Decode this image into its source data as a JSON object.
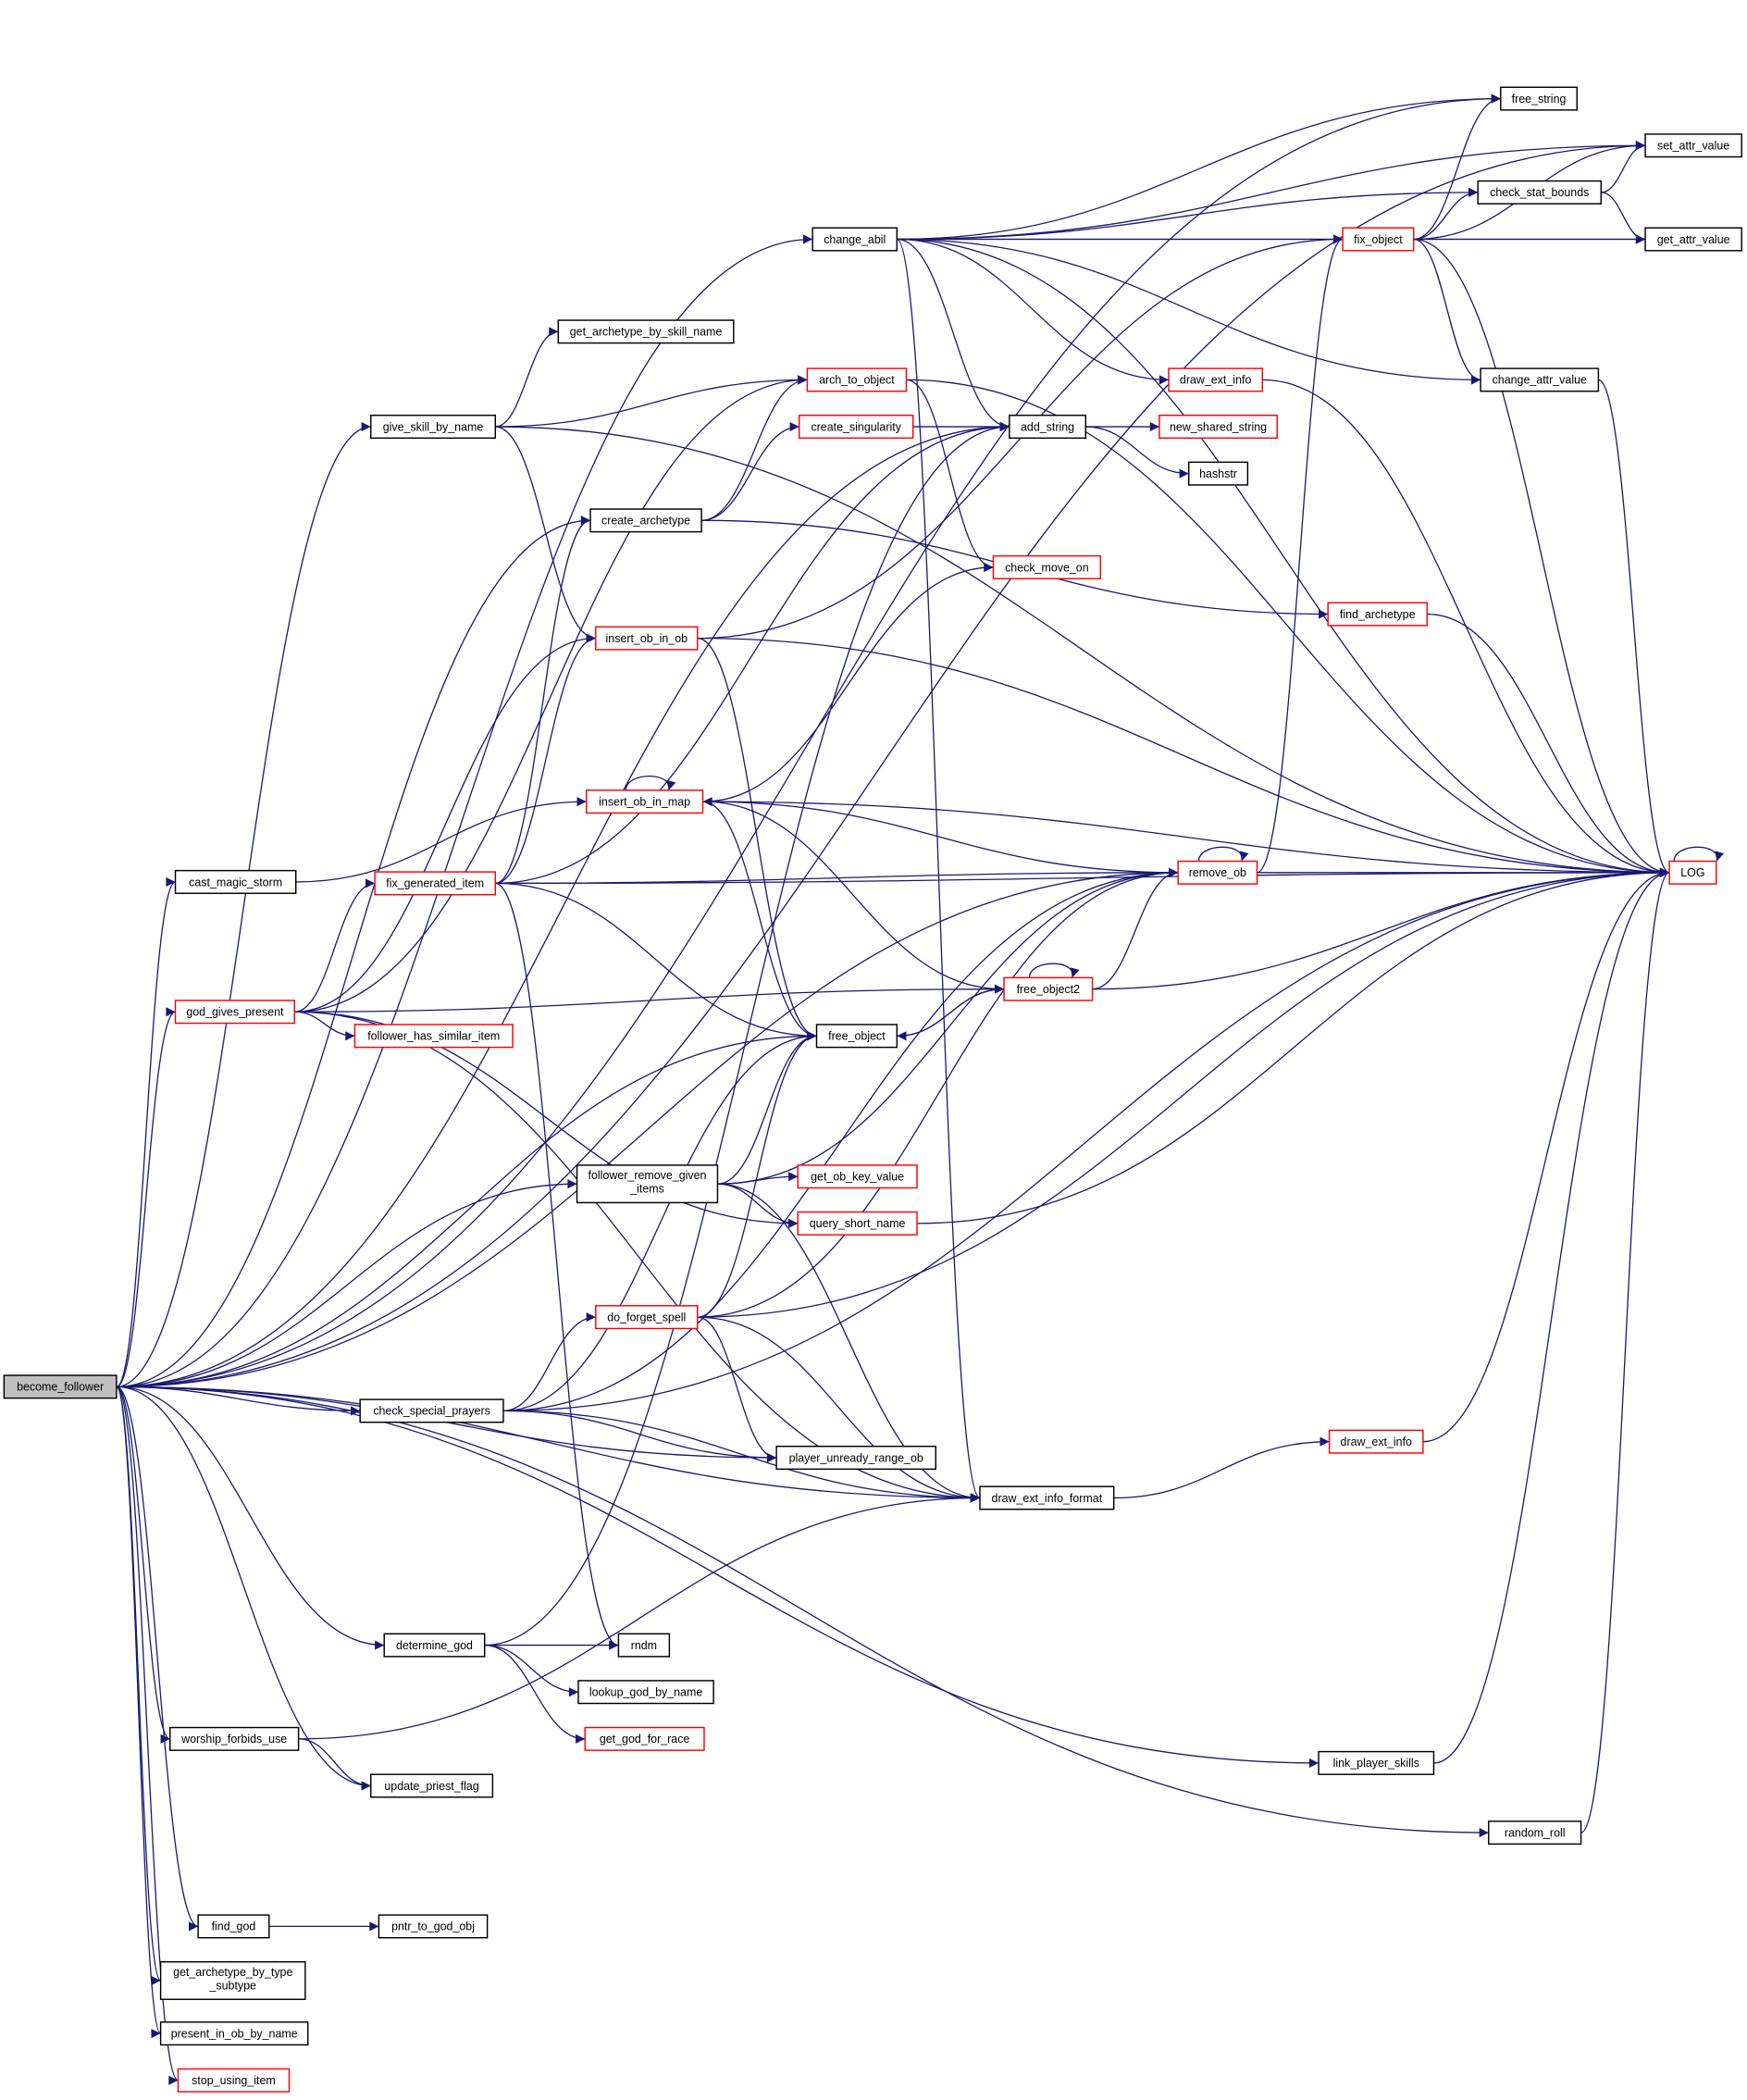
{
  "title": "become_follower call graph",
  "colors": {
    "edge": "#191970",
    "incomplete_border": "#ff0000",
    "border": "#000000",
    "root_fill": "#bfbfbf"
  },
  "nodes": [
    {
      "id": "become_follower",
      "lines": [
        "become_follower"
      ],
      "root": true
    },
    {
      "id": "free_string",
      "lines": [
        "free_string"
      ]
    },
    {
      "id": "set_attr_value",
      "lines": [
        "set_attr_value"
      ]
    },
    {
      "id": "check_stat_bounds",
      "lines": [
        "check_stat_bounds"
      ]
    },
    {
      "id": "get_attr_value",
      "lines": [
        "get_attr_value"
      ]
    },
    {
      "id": "fix_object",
      "lines": [
        "fix_object"
      ],
      "red": true
    },
    {
      "id": "change_attr_value",
      "lines": [
        "change_attr_value"
      ]
    },
    {
      "id": "change_abil",
      "lines": [
        "change_abil"
      ]
    },
    {
      "id": "get_archetype_by_skill_name",
      "lines": [
        "get_archetype_by_skill_name"
      ]
    },
    {
      "id": "give_skill_by_name",
      "lines": [
        "give_skill_by_name"
      ]
    },
    {
      "id": "arch_to_object",
      "lines": [
        "arch_to_object"
      ],
      "red": true
    },
    {
      "id": "create_singularity",
      "lines": [
        "create_singularity"
      ],
      "red": true
    },
    {
      "id": "draw_ext_info",
      "lines": [
        "draw_ext_info"
      ],
      "red": true
    },
    {
      "id": "add_string",
      "lines": [
        "add_string"
      ]
    },
    {
      "id": "new_shared_string",
      "lines": [
        "new_shared_string"
      ],
      "red": true
    },
    {
      "id": "hashstr",
      "lines": [
        "hashstr"
      ]
    },
    {
      "id": "create_archetype",
      "lines": [
        "create_archetype"
      ]
    },
    {
      "id": "check_move_on",
      "lines": [
        "check_move_on"
      ],
      "red": true
    },
    {
      "id": "find_archetype",
      "lines": [
        "find_archetype"
      ],
      "red": true
    },
    {
      "id": "insert_ob_in_ob",
      "lines": [
        "insert_ob_in_ob"
      ],
      "red": true
    },
    {
      "id": "insert_ob_in_map",
      "lines": [
        "insert_ob_in_map"
      ],
      "red": true
    },
    {
      "id": "remove_ob",
      "lines": [
        "remove_ob"
      ],
      "red": true
    },
    {
      "id": "LOG",
      "lines": [
        "LOG"
      ],
      "red": true
    },
    {
      "id": "cast_magic_storm",
      "lines": [
        "cast_magic_storm"
      ]
    },
    {
      "id": "fix_generated_item",
      "lines": [
        "fix_generated_item"
      ],
      "red": true
    },
    {
      "id": "god_gives_present",
      "lines": [
        "god_gives_present"
      ],
      "red": true
    },
    {
      "id": "follower_has_similar_item",
      "lines": [
        "follower_has_similar_item"
      ],
      "red": true
    },
    {
      "id": "free_object2",
      "lines": [
        "free_object2"
      ],
      "red": true
    },
    {
      "id": "free_object",
      "lines": [
        "free_object"
      ]
    },
    {
      "id": "follower_remove_given_items",
      "lines": [
        "follower_remove_given",
        "_items"
      ]
    },
    {
      "id": "get_ob_key_value",
      "lines": [
        "get_ob_key_value"
      ],
      "red": true
    },
    {
      "id": "query_short_name",
      "lines": [
        "query_short_name"
      ],
      "red": true
    },
    {
      "id": "do_forget_spell",
      "lines": [
        "do_forget_spell"
      ],
      "red": true
    },
    {
      "id": "check_special_prayers",
      "lines": [
        "check_special_prayers"
      ]
    },
    {
      "id": "player_unready_range_ob",
      "lines": [
        "player_unready_range_ob"
      ]
    },
    {
      "id": "draw_ext_info_2",
      "lines": [
        "draw_ext_info"
      ],
      "red": true
    },
    {
      "id": "draw_ext_info_format",
      "lines": [
        "draw_ext_info_format"
      ]
    },
    {
      "id": "determine_god",
      "lines": [
        "determine_god"
      ]
    },
    {
      "id": "rndm",
      "lines": [
        "rndm"
      ]
    },
    {
      "id": "lookup_god_by_name",
      "lines": [
        "lookup_god_by_name"
      ]
    },
    {
      "id": "get_god_for_race",
      "lines": [
        "get_god_for_race"
      ],
      "red": true
    },
    {
      "id": "worship_forbids_use",
      "lines": [
        "worship_forbids_use"
      ]
    },
    {
      "id": "update_priest_flag",
      "lines": [
        "update_priest_flag"
      ]
    },
    {
      "id": "link_player_skills",
      "lines": [
        "link_player_skills"
      ]
    },
    {
      "id": "random_roll",
      "lines": [
        "random_roll"
      ]
    },
    {
      "id": "find_god",
      "lines": [
        "find_god"
      ]
    },
    {
      "id": "pntr_to_god_obj",
      "lines": [
        "pntr_to_god_obj"
      ]
    },
    {
      "id": "get_archetype_by_type_subtype",
      "lines": [
        "get_archetype_by_type",
        "_subtype"
      ]
    },
    {
      "id": "present_in_ob_by_name",
      "lines": [
        "present_in_ob_by_name"
      ]
    },
    {
      "id": "stop_using_item",
      "lines": [
        "stop_using_item"
      ],
      "red": true
    }
  ],
  "edges": [
    [
      "become_follower",
      "free_string"
    ],
    [
      "become_follower",
      "set_attr_value"
    ],
    [
      "become_follower",
      "change_abil"
    ],
    [
      "become_follower",
      "add_string"
    ],
    [
      "become_follower",
      "remove_ob"
    ],
    [
      "become_follower",
      "give_skill_by_name"
    ],
    [
      "become_follower",
      "create_archetype"
    ],
    [
      "become_follower",
      "cast_magic_storm"
    ],
    [
      "become_follower",
      "god_gives_present"
    ],
    [
      "become_follower",
      "free_object"
    ],
    [
      "become_follower",
      "follower_remove_given_items"
    ],
    [
      "become_follower",
      "check_special_prayers"
    ],
    [
      "become_follower",
      "player_unready_range_ob"
    ],
    [
      "become_follower",
      "draw_ext_info_format"
    ],
    [
      "become_follower",
      "determine_god"
    ],
    [
      "become_follower",
      "worship_forbids_use"
    ],
    [
      "become_follower",
      "update_priest_flag"
    ],
    [
      "become_follower",
      "link_player_skills"
    ],
    [
      "become_follower",
      "random_roll"
    ],
    [
      "become_follower",
      "find_god"
    ],
    [
      "become_follower",
      "get_archetype_by_type_subtype"
    ],
    [
      "become_follower",
      "present_in_ob_by_name"
    ],
    [
      "become_follower",
      "stop_using_item"
    ],
    [
      "change_abil",
      "free_string"
    ],
    [
      "change_abil",
      "set_attr_value"
    ],
    [
      "change_abil",
      "fix_object"
    ],
    [
      "change_abil",
      "check_stat_bounds"
    ],
    [
      "change_abil",
      "get_attr_value"
    ],
    [
      "change_abil",
      "change_attr_value"
    ],
    [
      "change_abil",
      "draw_ext_info"
    ],
    [
      "change_abil",
      "add_string"
    ],
    [
      "change_abil",
      "draw_ext_info_format"
    ],
    [
      "change_abil",
      "LOG"
    ],
    [
      "fix_object",
      "free_string"
    ],
    [
      "fix_object",
      "set_attr_value"
    ],
    [
      "fix_object",
      "check_stat_bounds"
    ],
    [
      "fix_object",
      "get_attr_value"
    ],
    [
      "fix_object",
      "change_attr_value"
    ],
    [
      "fix_object",
      "LOG"
    ],
    [
      "check_stat_bounds",
      "set_attr_value"
    ],
    [
      "check_stat_bounds",
      "get_attr_value"
    ],
    [
      "change_attr_value",
      "LOG"
    ],
    [
      "give_skill_by_name",
      "get_archetype_by_skill_name"
    ],
    [
      "give_skill_by_name",
      "arch_to_object"
    ],
    [
      "give_skill_by_name",
      "insert_ob_in_ob"
    ],
    [
      "give_skill_by_name",
      "LOG"
    ],
    [
      "arch_to_object",
      "check_move_on"
    ],
    [
      "arch_to_object",
      "LOG"
    ],
    [
      "create_singularity",
      "add_string"
    ],
    [
      "create_archetype",
      "arch_to_object"
    ],
    [
      "create_archetype",
      "create_singularity"
    ],
    [
      "create_archetype",
      "find_archetype"
    ],
    [
      "add_string",
      "new_shared_string"
    ],
    [
      "add_string",
      "hashstr"
    ],
    [
      "draw_ext_info",
      "LOG"
    ],
    [
      "find_archetype",
      "LOG"
    ],
    [
      "insert_ob_in_ob",
      "fix_object"
    ],
    [
      "insert_ob_in_ob",
      "free_object"
    ],
    [
      "insert_ob_in_ob",
      "LOG"
    ],
    [
      "insert_ob_in_map",
      "insert_ob_in_map"
    ],
    [
      "insert_ob_in_map",
      "remove_ob"
    ],
    [
      "insert_ob_in_map",
      "free_object"
    ],
    [
      "insert_ob_in_map",
      "check_move_on"
    ],
    [
      "insert_ob_in_map",
      "LOG"
    ],
    [
      "remove_ob",
      "remove_ob"
    ],
    [
      "remove_ob",
      "fix_object"
    ],
    [
      "remove_ob",
      "LOG"
    ],
    [
      "LOG",
      "LOG"
    ],
    [
      "cast_magic_storm",
      "insert_ob_in_map"
    ],
    [
      "fix_generated_item",
      "create_archetype"
    ],
    [
      "fix_generated_item",
      "insert_ob_in_ob"
    ],
    [
      "fix_generated_item",
      "remove_ob"
    ],
    [
      "fix_generated_item",
      "free_object"
    ],
    [
      "fix_generated_item",
      "rndm"
    ],
    [
      "fix_generated_item",
      "LOG"
    ],
    [
      "fix_generated_item",
      "add_string"
    ],
    [
      "god_gives_present",
      "arch_to_object"
    ],
    [
      "god_gives_present",
      "insert_ob_in_ob"
    ],
    [
      "god_gives_present",
      "fix_generated_item"
    ],
    [
      "god_gives_present",
      "free_object2"
    ],
    [
      "god_gives_present",
      "follower_has_similar_item"
    ],
    [
      "god_gives_present",
      "query_short_name"
    ],
    [
      "god_gives_present",
      "draw_ext_info_format"
    ],
    [
      "free_object2",
      "free_object2"
    ],
    [
      "free_object2",
      "remove_ob"
    ],
    [
      "free_object2",
      "insert_ob_in_map"
    ],
    [
      "free_object2",
      "free_object"
    ],
    [
      "free_object2",
      "LOG"
    ],
    [
      "free_object",
      "free_object2"
    ],
    [
      "follower_remove_given_items",
      "get_ob_key_value"
    ],
    [
      "follower_remove_given_items",
      "query_short_name"
    ],
    [
      "follower_remove_given_items",
      "free_object"
    ],
    [
      "follower_remove_given_items",
      "remove_ob"
    ],
    [
      "follower_remove_given_items",
      "draw_ext_info_format"
    ],
    [
      "query_short_name",
      "LOG"
    ],
    [
      "do_forget_spell",
      "free_object"
    ],
    [
      "do_forget_spell",
      "remove_ob"
    ],
    [
      "do_forget_spell",
      "player_unready_range_ob"
    ],
    [
      "do_forget_spell",
      "draw_ext_info_format"
    ],
    [
      "do_forget_spell",
      "LOG"
    ],
    [
      "check_special_prayers",
      "do_forget_spell"
    ],
    [
      "check_special_prayers",
      "player_unready_range_ob"
    ],
    [
      "check_special_prayers",
      "draw_ext_info_format"
    ],
    [
      "check_special_prayers",
      "free_object"
    ],
    [
      "check_special_prayers",
      "remove_ob"
    ],
    [
      "check_special_prayers",
      "LOG"
    ],
    [
      "draw_ext_info_2",
      "LOG"
    ],
    [
      "draw_ext_info_format",
      "draw_ext_info_2"
    ],
    [
      "determine_god",
      "rndm"
    ],
    [
      "determine_god",
      "lookup_god_by_name"
    ],
    [
      "determine_god",
      "get_god_for_race"
    ],
    [
      "determine_god",
      "add_string"
    ],
    [
      "worship_forbids_use",
      "update_priest_flag"
    ],
    [
      "worship_forbids_use",
      "draw_ext_info_format"
    ],
    [
      "link_player_skills",
      "LOG"
    ],
    [
      "random_roll",
      "LOG"
    ],
    [
      "find_god",
      "pntr_to_god_obj"
    ]
  ]
}
